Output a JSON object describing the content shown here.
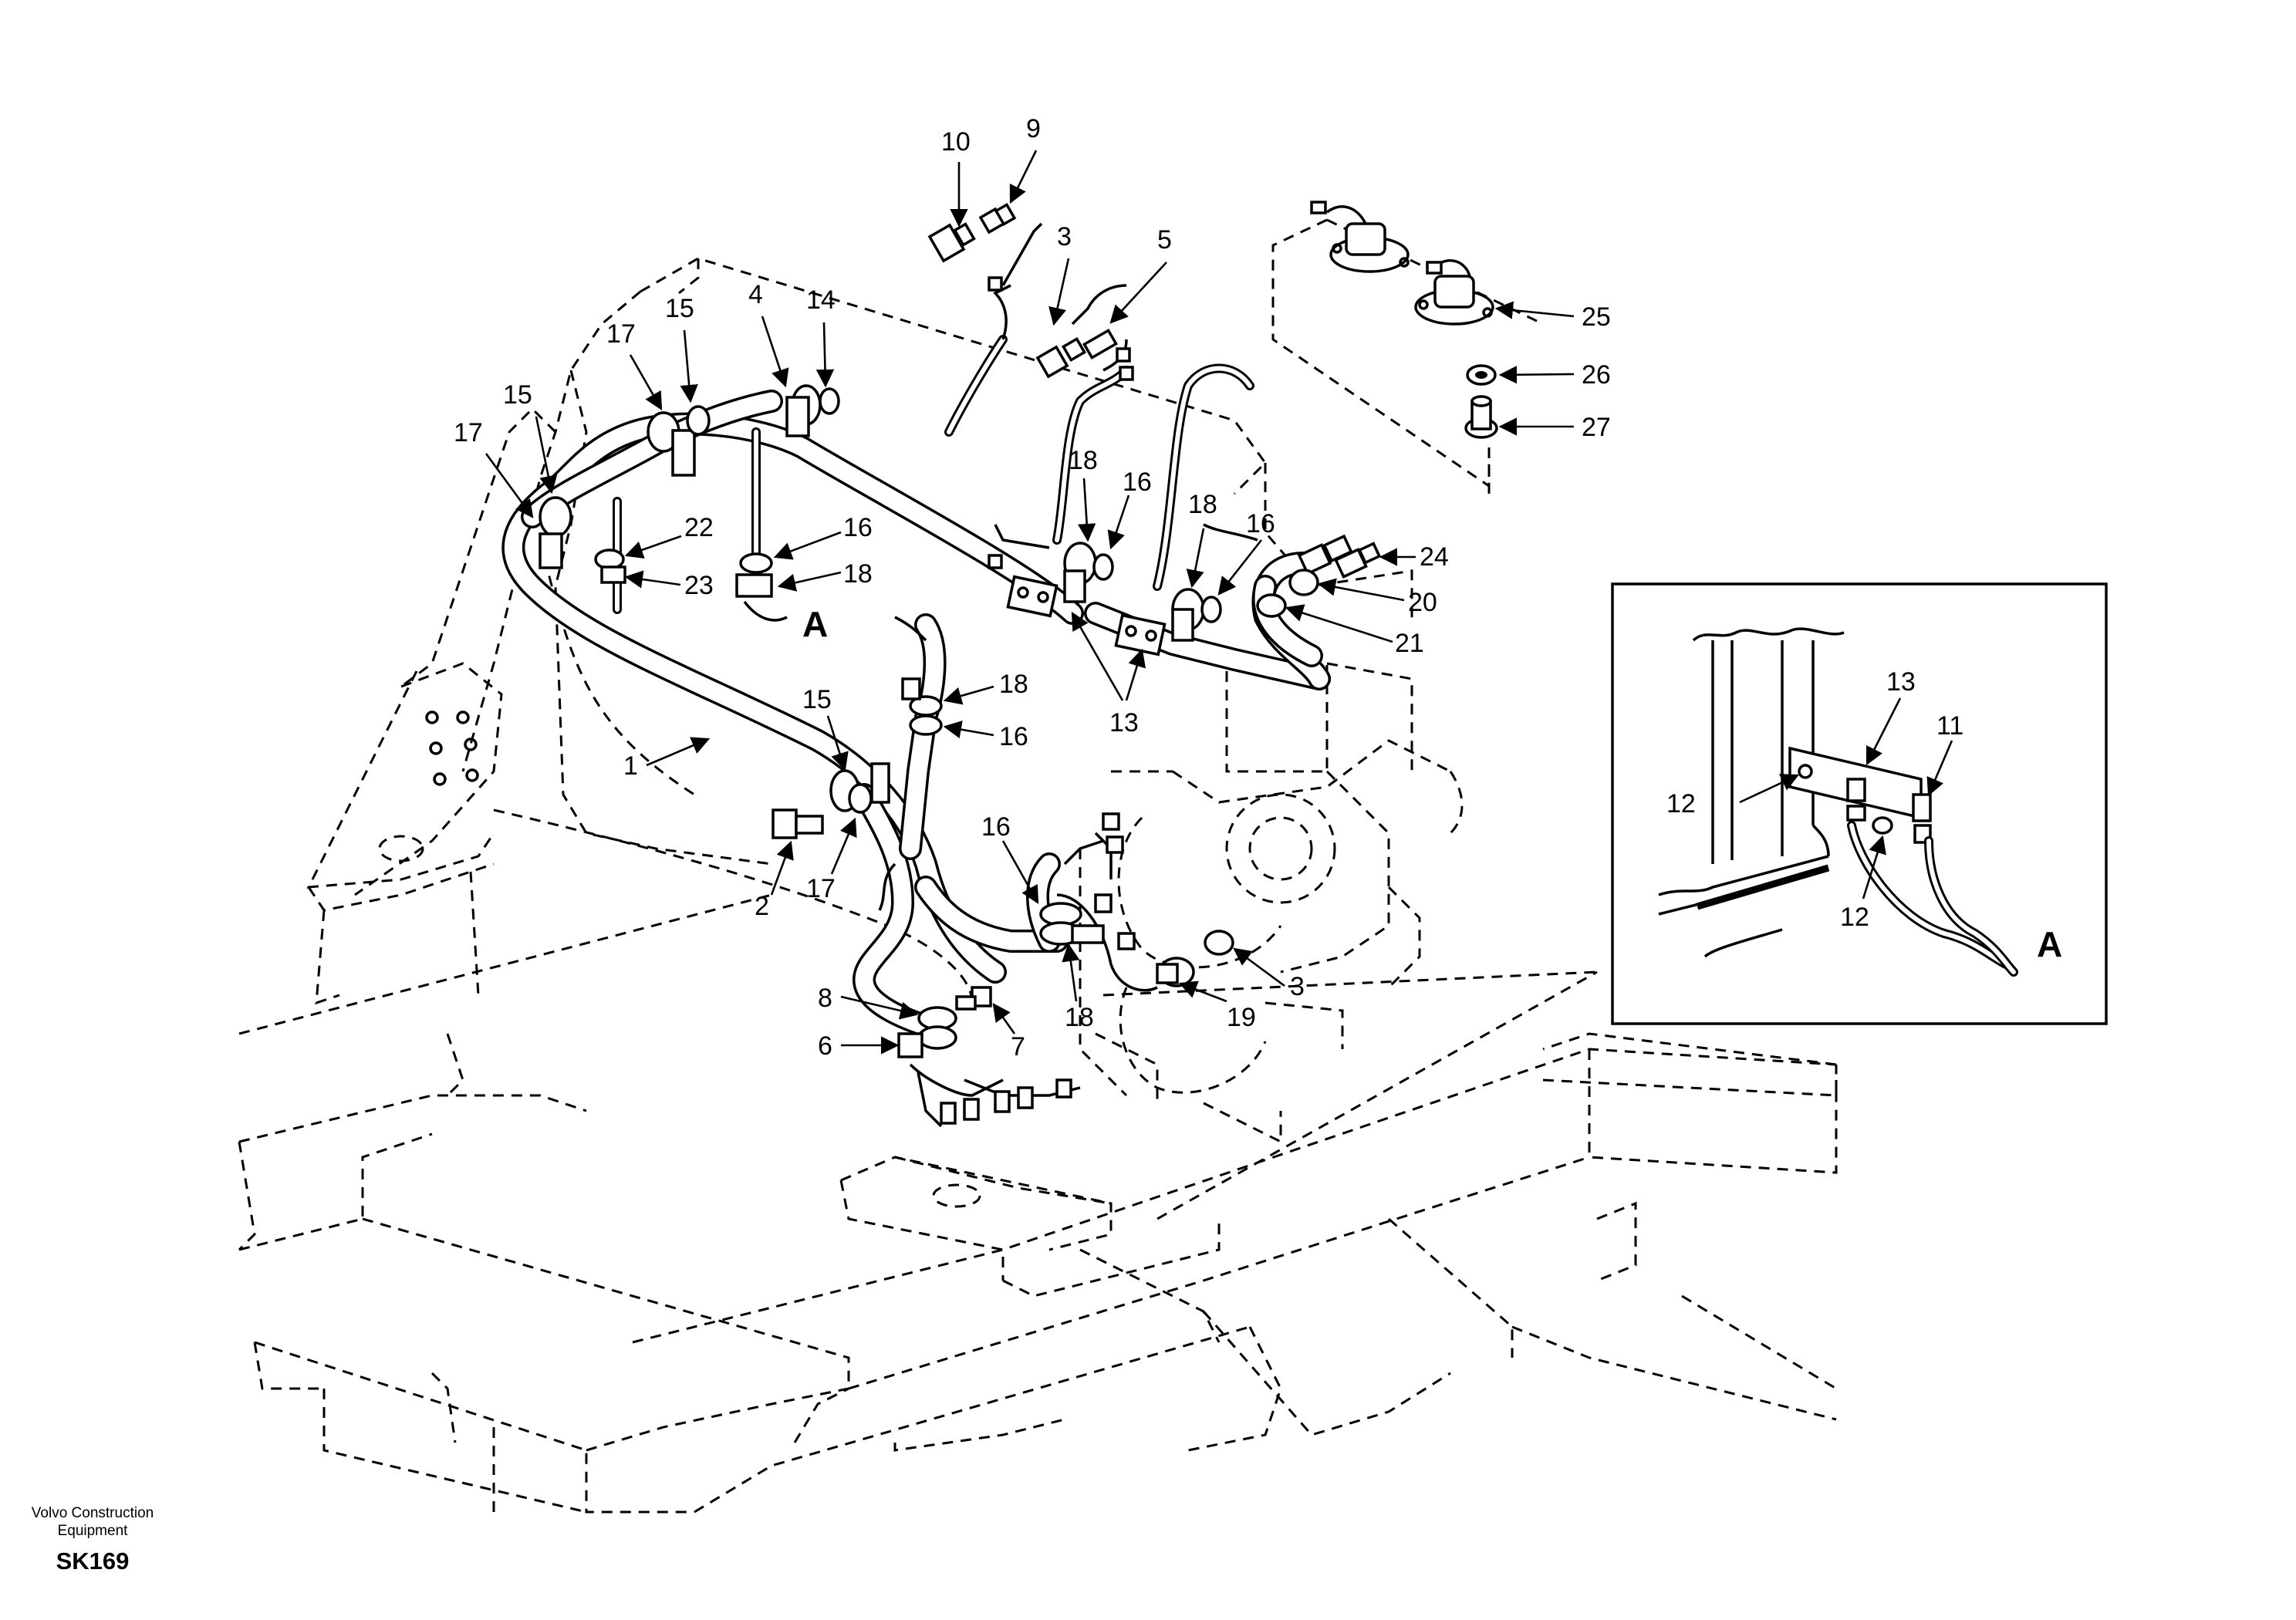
{
  "document": {
    "publisher": "Volvo Construction Equipment",
    "code": "SK169"
  },
  "detail_view": {
    "label": "A",
    "callouts": [
      "13",
      "11",
      "12",
      "12"
    ]
  },
  "main_view": {
    "view_marker": "A",
    "callouts": [
      "10",
      "9",
      "3",
      "5",
      "4",
      "14",
      "15",
      "17",
      "15",
      "17",
      "22",
      "23",
      "16",
      "18",
      "18",
      "16",
      "18",
      "16",
      "24",
      "20",
      "21",
      "13",
      "18",
      "16",
      "1",
      "15",
      "2",
      "17",
      "16",
      "18",
      "3",
      "19",
      "8",
      "6",
      "7",
      "25",
      "26",
      "27"
    ]
  }
}
